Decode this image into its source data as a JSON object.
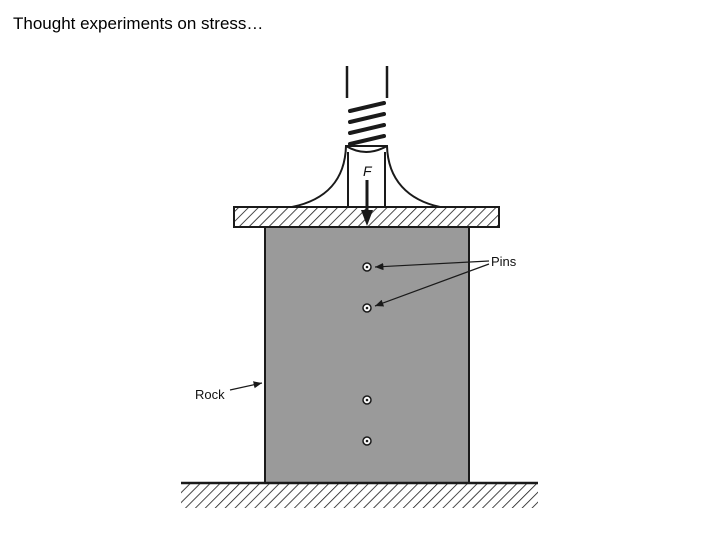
{
  "title": "Thought experiments on stress…",
  "figure": {
    "force_label": "F",
    "pins_label": "Pins",
    "rock_label": "Rock"
  },
  "colors": {
    "rock_fill": "#9a9a9a",
    "line": "#1a1a1a",
    "background": "#ffffff"
  }
}
